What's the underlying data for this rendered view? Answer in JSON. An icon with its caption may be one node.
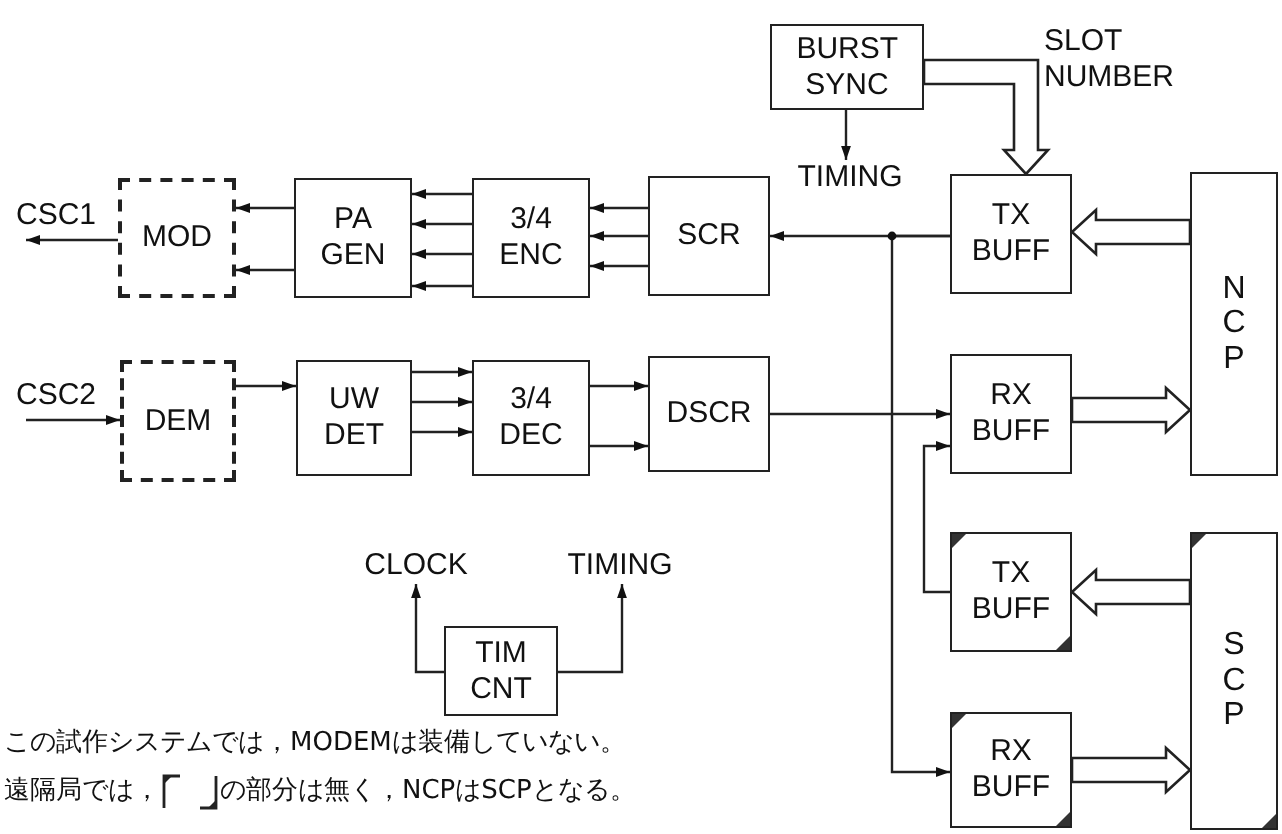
{
  "diagram": {
    "nodes": [
      {
        "text": [
          "BURST SYNC"
        ]
      },
      {
        "text": [
          "TIMING"
        ]
      },
      {
        "text": [
          "MOD"
        ]
      },
      {
        "text": [
          "PA GEN"
        ]
      },
      {
        "text": [
          "3/4 ENC"
        ]
      },
      {
        "text": [
          "SCR"
        ]
      },
      {
        "text": [
          "TX BUFF"
        ]
      },
      {
        "text": [
          "NCP"
        ]
      },
      {
        "text": [
          "DEM"
        ]
      },
      {
        "text": [
          "UW DET"
        ]
      },
      {
        "text": [
          "3/4 DEC"
        ]
      },
      {
        "text": [
          "DSCR"
        ]
      },
      {
        "text": [
          "RX BUFF"
        ]
      },
      {
        "text": [
          "TX BUFF"
        ]
      },
      {
        "text": [
          "SCP"
        ]
      },
      {
        "text": [
          "CLOCK"
        ]
      },
      {
        "text": [
          "TIMING"
        ]
      },
      {
        "text": [
          "TIM CNT"
        ]
      },
      {
        "text": [
          "RX BUFF"
        ]
      }
    ],
    "edges": [
      {
        "from": 0,
        "to": 1,
        "arrow": "to"
      },
      {
        "from": 0,
        "to": 6,
        "arrow": "to",
        "label": "SLOT NUMBER",
        "style": "thick"
      },
      {
        "from": 6,
        "to": 5,
        "arrow": "to"
      },
      {
        "from": 6,
        "to": 18,
        "arrow": "to"
      },
      {
        "from": 7,
        "to": 6,
        "arrow": "to",
        "style": "thick"
      },
      {
        "from": 5,
        "to": 4,
        "arrow": "to"
      },
      {
        "from": 5,
        "to": 4,
        "arrow": "to"
      },
      {
        "from": 5,
        "to": 4,
        "arrow": "to"
      },
      {
        "from": 4,
        "to": 3,
        "arrow": "to"
      },
      {
        "from": 4,
        "to": 3,
        "arrow": "to"
      },
      {
        "from": 4,
        "to": 3,
        "arrow": "to"
      },
      {
        "from": 4,
        "to": 3,
        "arrow": "to"
      },
      {
        "from": 3,
        "to": 2,
        "arrow": "to"
      },
      {
        "from": 3,
        "to": 2,
        "arrow": "to"
      },
      {
        "from": 2,
        "to": null,
        "arrow": "to",
        "label": "CSC1"
      },
      {
        "from": null,
        "to": 8,
        "arrow": "to",
        "label": "CSC2"
      },
      {
        "from": 8,
        "to": 9,
        "arrow": "to"
      },
      {
        "from": 9,
        "to": 10,
        "arrow": "to"
      },
      {
        "from": 9,
        "to": 10,
        "arrow": "to"
      },
      {
        "from": 9,
        "to": 10,
        "arrow": "to"
      },
      {
        "from": 10,
        "to": 11,
        "arrow": "to"
      },
      {
        "from": 10,
        "to": 11,
        "arrow": "to"
      },
      {
        "from": 11,
        "to": 12,
        "arrow": "to"
      },
      {
        "from": 12,
        "to": 7,
        "arrow": "to",
        "style": "thick"
      },
      {
        "from": 13,
        "to": 12,
        "arrow": "to"
      },
      {
        "from": 14,
        "to": 13,
        "arrow": "to",
        "style": "thick"
      },
      {
        "from": 18,
        "to": 14,
        "arrow": "to",
        "style": "thick"
      },
      {
        "from": 17,
        "to": 15,
        "arrow": "to"
      },
      {
        "from": 17,
        "to": 16,
        "arrow": "to"
      }
    ],
    "labels": [
      "この試作システムでは，MODEMは装備していない。",
      "遠隔局では，",
      "の部分は無く，NCPはSCPとなる。"
    ]
  }
}
